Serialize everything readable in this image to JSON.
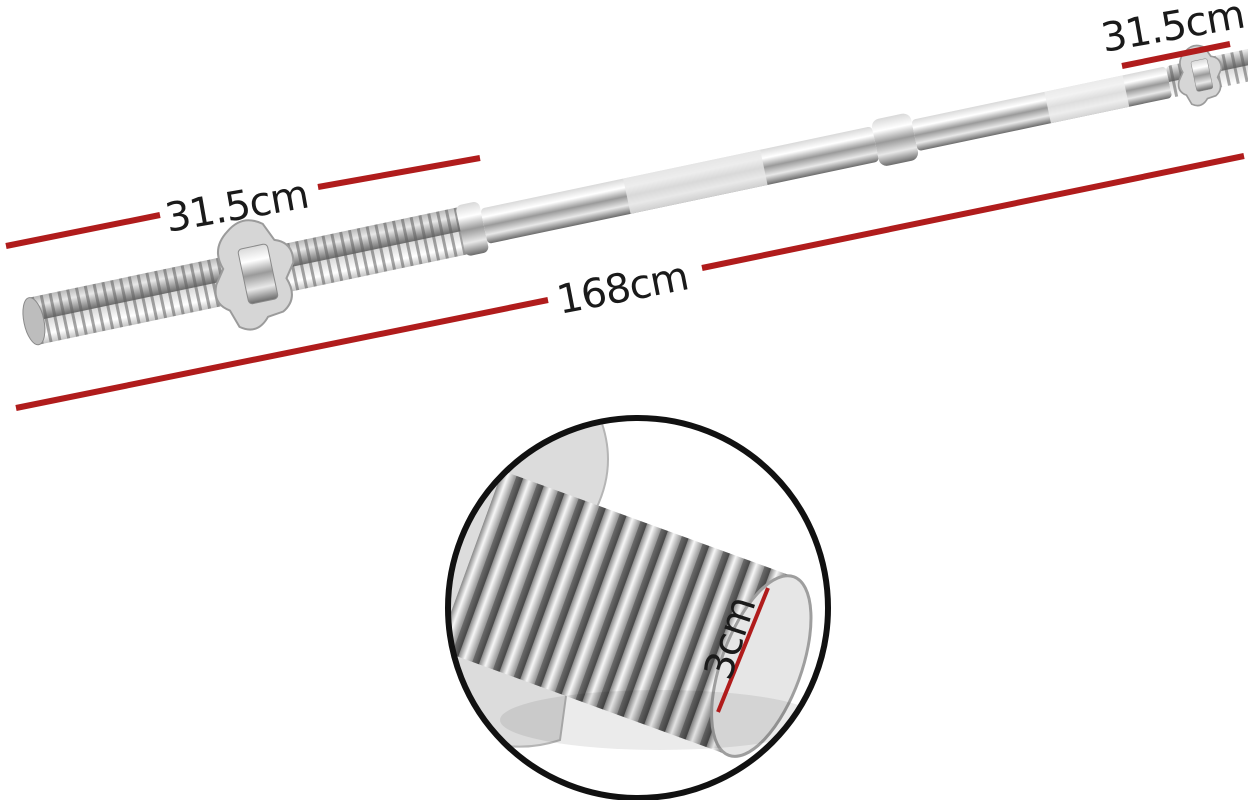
{
  "dimensions": {
    "sleeve_left": "31.5cm",
    "sleeve_right": "31.5cm",
    "total_length": "168cm",
    "diameter": "3cm"
  },
  "colors": {
    "dimension_line": "#b01c1c",
    "background": "#ffffff",
    "chrome_light": "#f2f2f2",
    "chrome_dark": "#6b6b6b",
    "circle_border": "#111111"
  },
  "icons": {
    "collar": "star-collar-icon"
  }
}
